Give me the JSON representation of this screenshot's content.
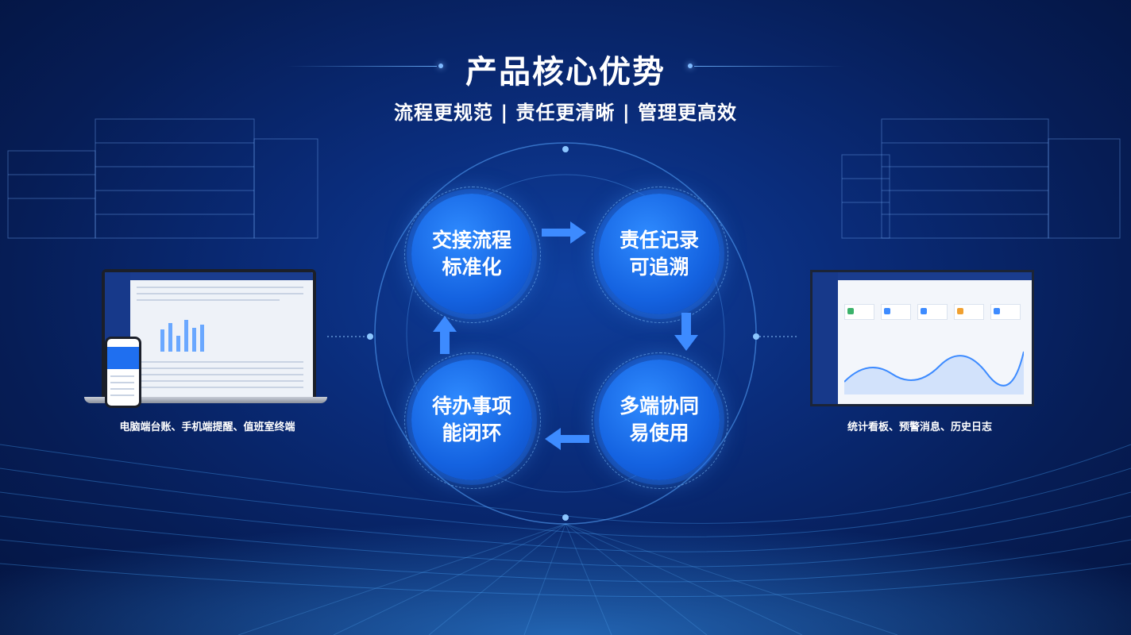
{
  "header": {
    "title": "产品核心优势",
    "subtitle": "流程更规范 | 责任更清晰 | 管理更高效"
  },
  "cycle": {
    "nodes": [
      {
        "line1": "交接流程",
        "line2": "标准化"
      },
      {
        "line1": "责任记录",
        "line2": "可追溯"
      },
      {
        "line1": "多端协同",
        "line2": "易使用"
      },
      {
        "line1": "待办事项",
        "line2": "能闭环"
      }
    ]
  },
  "left_panel": {
    "caption": "电脑端台账、手机端提醒、值班室终端"
  },
  "right_panel": {
    "caption": "统计看板、预警消息、历史日志"
  },
  "colors": {
    "background": "#0a2c7a",
    "node": "#1462e0",
    "arrow": "#3d8bff",
    "text": "#ffffff"
  }
}
